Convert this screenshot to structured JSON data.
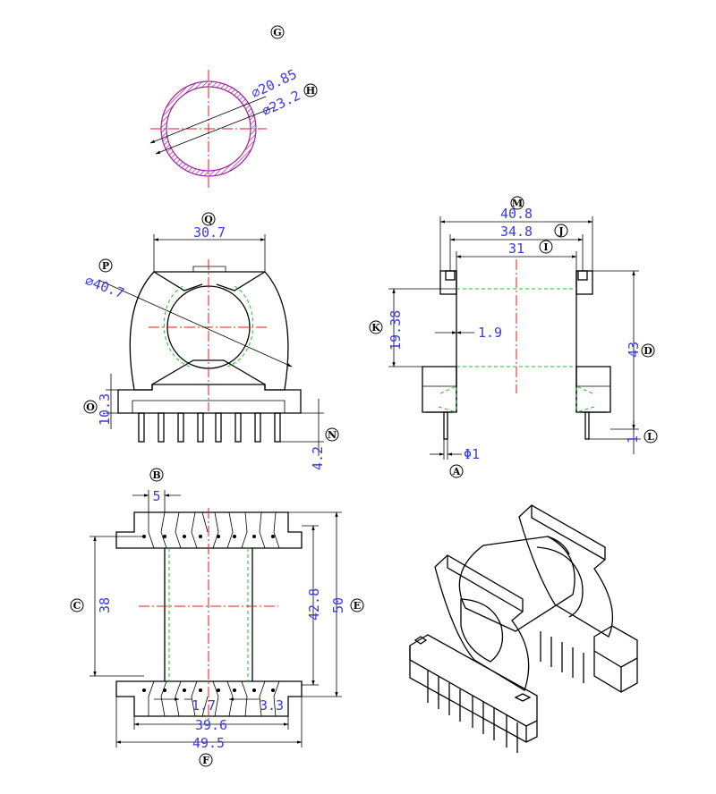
{
  "labels": {
    "A": "A",
    "B": "B",
    "C": "C",
    "D": "D",
    "E": "E",
    "F": "F",
    "G": "G",
    "H": "H",
    "I": "I",
    "J": "J",
    "K": "K",
    "L": "L",
    "M": "M",
    "N": "N",
    "O": "O",
    "P": "P",
    "Q": "Q"
  },
  "dims": {
    "G_dia": "⌀20.85",
    "H_dia": "⌀23.2",
    "Q_width": "30.7",
    "P_dia": "⌀40.7",
    "O_height": "10.3",
    "N_pin": "4.2",
    "M_width": "40.8",
    "J_width": "34.8",
    "I_width": "31",
    "K_height": "19.38",
    "wall": "1.9",
    "D_height": "43",
    "L_len": "1",
    "A_pin": "Φ1",
    "B_pitch": "5",
    "C_inner": "38",
    "E_mid": "42.8",
    "E_total": "50",
    "pin_gap": "1.7",
    "pin_w": "3.3",
    "F_inner": "39.6",
    "F_total": "49.5"
  },
  "colors": {
    "outline": "#000000",
    "hidden_line": "#1fbf2f",
    "center_line": "#e31b1b",
    "section_hatch": "#a020a0",
    "dimension_text": "#3a3adf"
  }
}
